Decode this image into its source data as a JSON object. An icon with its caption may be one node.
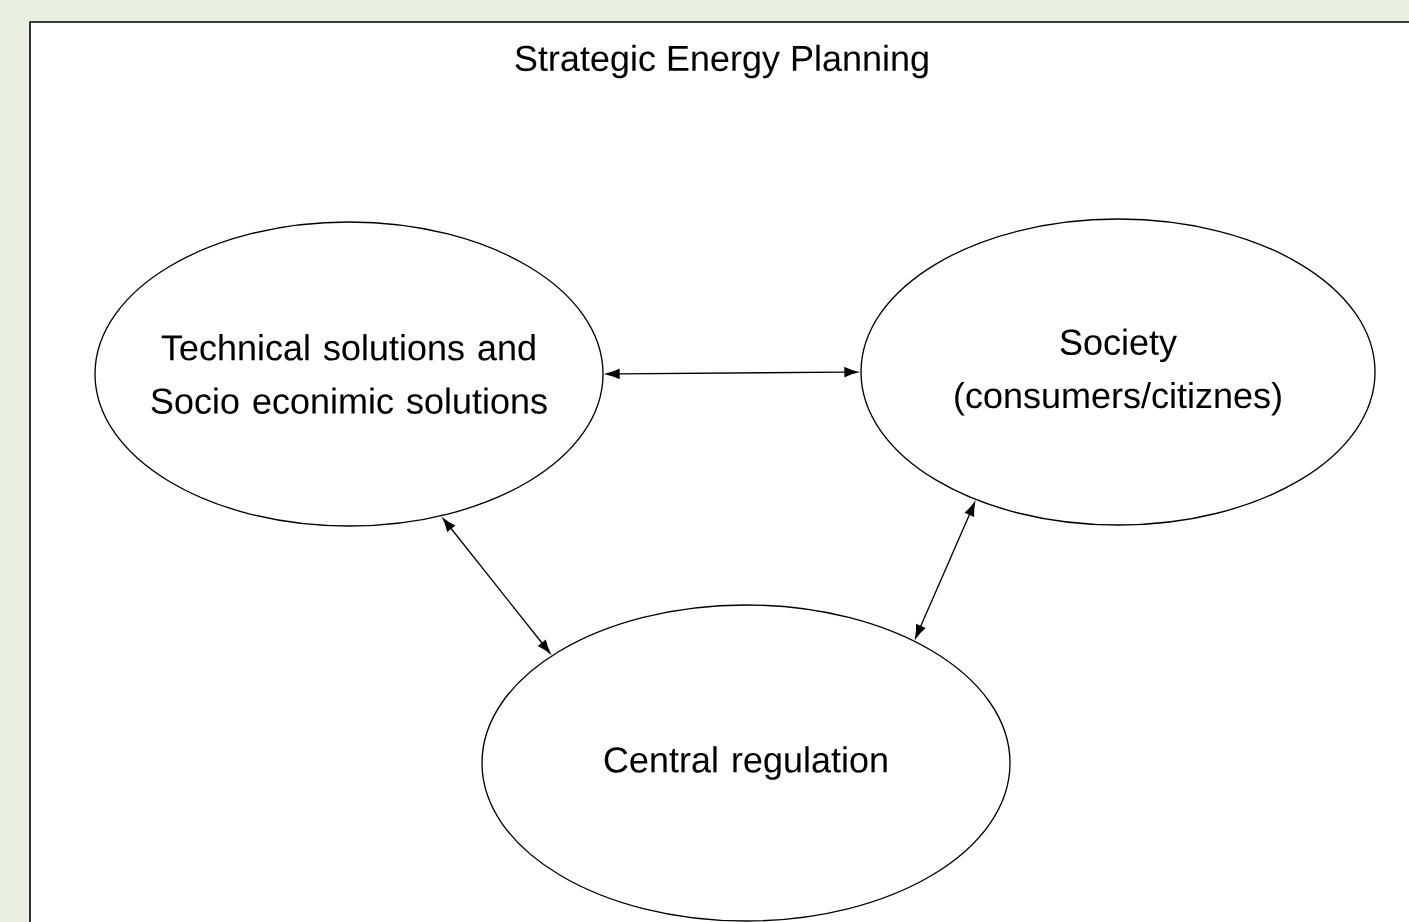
{
  "diagram": {
    "nodes": [
      {
        "text": [
          "Strategic Energy Planning"
        ]
      },
      {
        "text": [
          "Technical solutions and Socio econimic solutions"
        ],
        "in": 0
      },
      {
        "text": [
          "Society (consumers/citiznes)"
        ],
        "in": 0
      },
      {
        "text": [
          "Central regulation"
        ],
        "in": 0
      }
    ],
    "edges": [
      {
        "from": 1,
        "to": 2,
        "arrow": "both"
      },
      {
        "from": 1,
        "to": 3,
        "arrow": "both"
      },
      {
        "from": 2,
        "to": 3,
        "arrow": "both"
      }
    ]
  }
}
